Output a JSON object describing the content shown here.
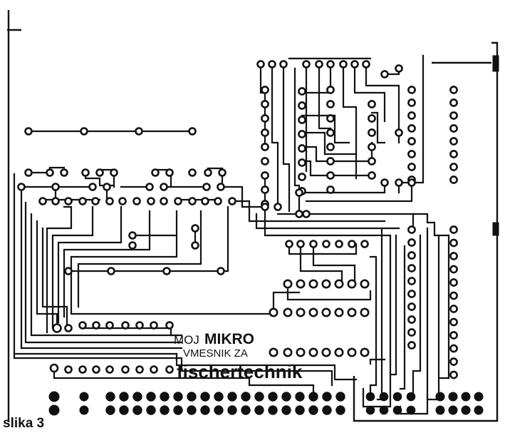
{
  "label": {
    "moj": "MOJ",
    "mikro": "MIKRO",
    "vmesnik": "VMESNIK ZA",
    "brand": "fischertechnik"
  },
  "caption": "slika 3",
  "colors": {
    "ink": "#111111",
    "paper": "#ffffff"
  }
}
